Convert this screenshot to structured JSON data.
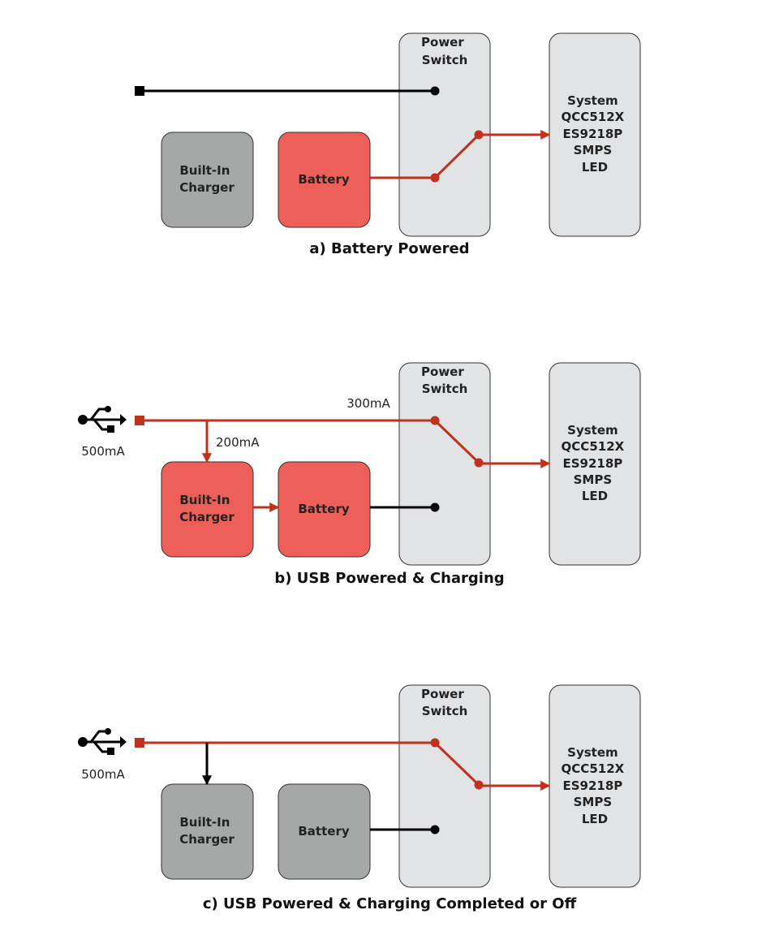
{
  "colors": {
    "active": "#c0321e",
    "active_fill": "#ee5f5a",
    "idle_fill": "#a6a8a8",
    "panel_fill": "#e2e3e5",
    "wire": "#000000"
  },
  "panels": [
    {
      "id": "a",
      "caption": "a) Battery Powered",
      "power_switch": [
        "Power",
        "Switch"
      ],
      "system": [
        "System",
        "QCC512X",
        "ES9218P",
        "SMPS",
        "LED"
      ],
      "charger": [
        "Built-In",
        "Charger"
      ],
      "battery": "Battery",
      "usb_icon": "",
      "usb_current": "",
      "system_current": "",
      "charge_current": ""
    },
    {
      "id": "b",
      "caption": "b) USB Powered & Charging",
      "power_switch": [
        "Power",
        "Switch"
      ],
      "system": [
        "System",
        "QCC512X",
        "ES9218P",
        "SMPS",
        "LED"
      ],
      "charger": [
        "Built-In",
        "Charger"
      ],
      "battery": "Battery",
      "usb_icon": "usb-icon",
      "usb_current": "500mA",
      "system_current": "300mA",
      "charge_current": "200mA"
    },
    {
      "id": "c",
      "caption": "c) USB Powered & Charging Completed or Off",
      "power_switch": [
        "Power",
        "Switch"
      ],
      "system": [
        "System",
        "QCC512X",
        "ES9218P",
        "SMPS",
        "LED"
      ],
      "charger": [
        "Built-In",
        "Charger"
      ],
      "battery": "Battery",
      "usb_icon": "usb-icon",
      "usb_current": "500mA",
      "system_current": "",
      "charge_current": ""
    }
  ]
}
